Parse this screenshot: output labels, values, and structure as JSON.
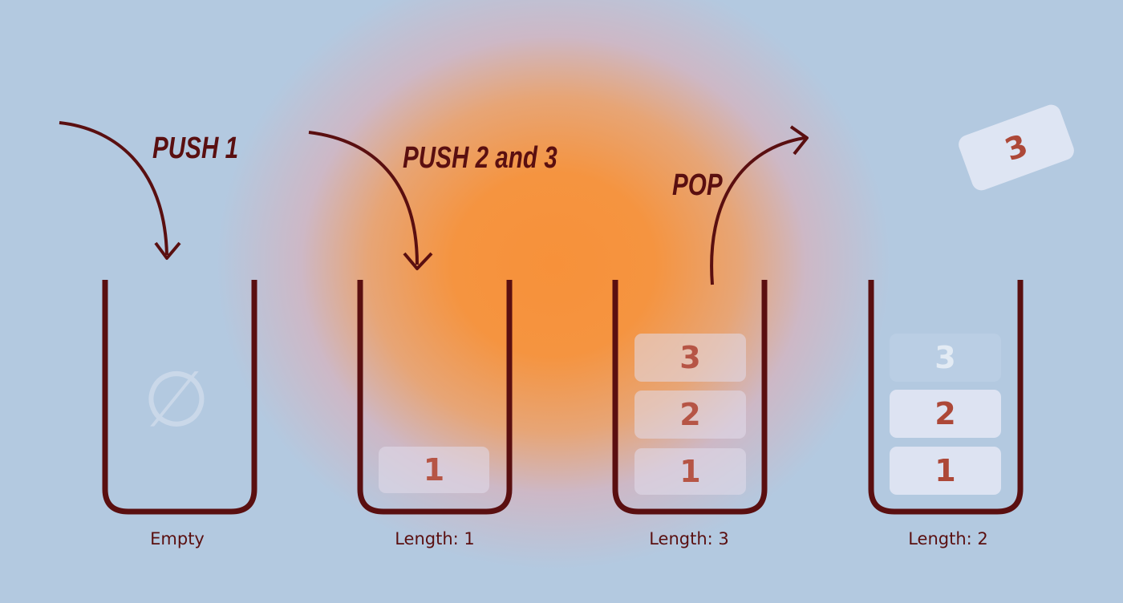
{
  "operations": {
    "push1": "PUSH 1",
    "push23": "PUSH 2 and 3",
    "pop": "POP"
  },
  "stacks": [
    {
      "caption": "Empty",
      "empty_symbol": "∅",
      "items": []
    },
    {
      "caption": "Length: 1",
      "items": [
        "1"
      ]
    },
    {
      "caption": "Length: 3",
      "items": [
        "1",
        "2",
        "3"
      ]
    },
    {
      "caption": "Length: 2",
      "items": [
        "1",
        "2"
      ],
      "ghost_item": "3"
    }
  ],
  "popped_item": "3",
  "colors": {
    "container": "#5a0f10",
    "item_text": "#ad4838",
    "background": "#b3c9e0",
    "glow": "#f7913a"
  }
}
